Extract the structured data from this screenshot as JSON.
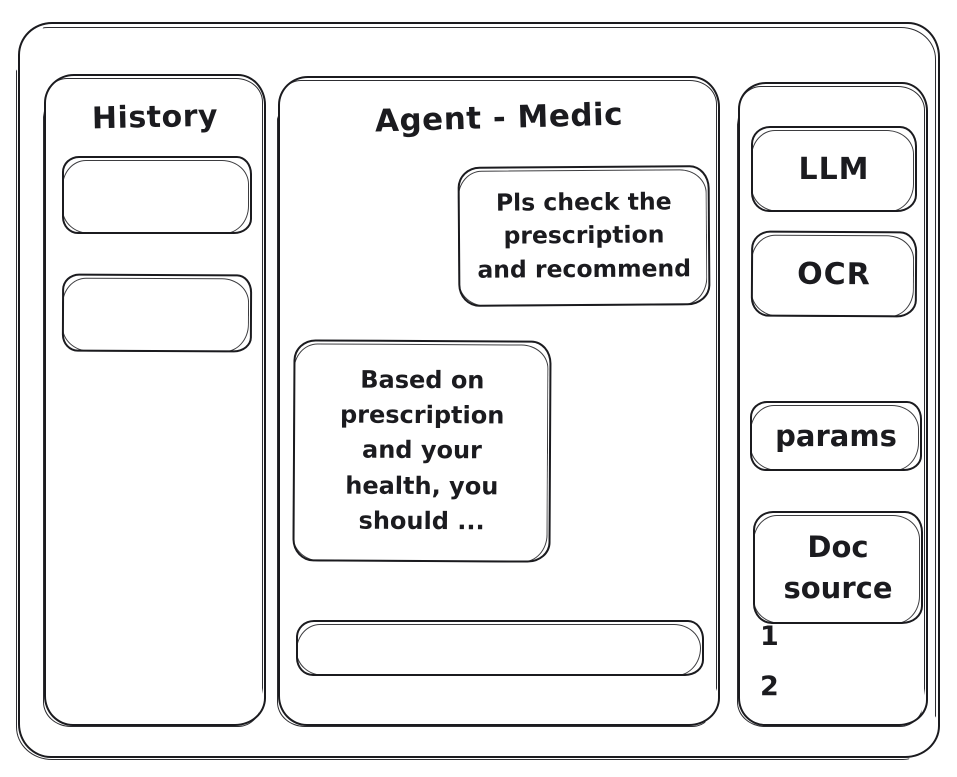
{
  "app": {
    "style": "hand-drawn-wireframe",
    "ink_color": "#1b1b1f",
    "background_color": "#ffffff"
  },
  "history": {
    "title": "History",
    "items": [
      {
        "label": ""
      },
      {
        "label": ""
      }
    ]
  },
  "agent": {
    "title": "Agent - Medic",
    "messages": [
      {
        "role": "user",
        "text": "Pls check the\nprescription\nand recommend"
      },
      {
        "role": "assistant",
        "text": "Based on\nprescription\nand your\nhealth, you\nshould ..."
      }
    ],
    "composer": {
      "value": "",
      "placeholder": ""
    }
  },
  "tools": {
    "buttons": [
      {
        "label": "LLM"
      },
      {
        "label": "OCR"
      }
    ],
    "params_label": "params",
    "doc_source": {
      "label": "Doc\nsource",
      "entries": [
        "1",
        "2"
      ]
    }
  }
}
